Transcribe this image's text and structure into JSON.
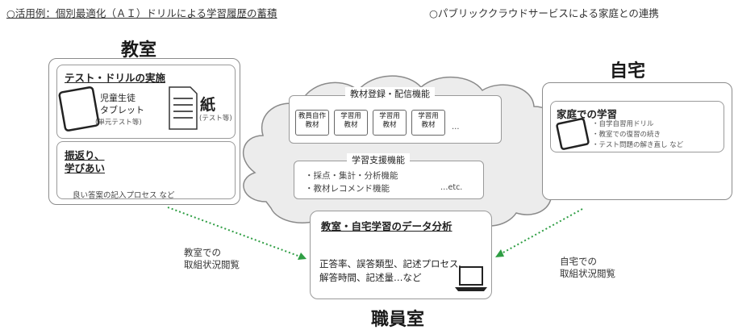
{
  "header": {
    "left": "○活用例：個別最適化（ＡＩ）ドリルによる学習履歴の蓄積",
    "right": "○パブリッククラウドサービスによる家庭との連携"
  },
  "classroom": {
    "title": "教室",
    "test_drill": {
      "title": "テスト・ドリルの実施",
      "tablet_label_1": "児童生徒",
      "tablet_label_2": "タブレット",
      "tablet_sub": "(単元テスト等)",
      "paper_label": "紙",
      "paper_sub": "(テスト等)"
    },
    "reflection": {
      "title_1": "振返り、",
      "title_2": "学びあい",
      "note": "良い答案の記入プロセス など"
    }
  },
  "home": {
    "title": "自宅",
    "study": {
      "title": "家庭での学習",
      "items": [
        "・自学自習用ドリル",
        "・教室での復習の続き",
        "・テスト問題の解き直し など"
      ]
    }
  },
  "cloud": {
    "materials": {
      "title": "教材登録・配信機能",
      "boxes": [
        {
          "line1": "教員自作",
          "line2": "教材"
        },
        {
          "line1": "学習用",
          "line2": "教材"
        },
        {
          "line1": "学習用",
          "line2": "教材"
        },
        {
          "line1": "学習用",
          "line2": "教材"
        }
      ],
      "ellipsis": "…"
    },
    "support": {
      "title": "学習支援機能",
      "items": [
        "・採点・集計・分析機能",
        "・教材レコメンド機能"
      ],
      "etc": "…etc."
    }
  },
  "staffroom": {
    "title": "職員室",
    "analysis": {
      "title": "教室・自宅学習のデータ分析",
      "line1": "正答率、誤答類型、記述プロセス、",
      "line2": "解答時間、記述量…など"
    }
  },
  "captions": {
    "left_1": "教室での",
    "left_2": "取組状況閲覧",
    "right_1": "自宅での",
    "right_2": "取組状況閲覧"
  },
  "colors": {
    "arrow": "#2f9e44",
    "border": "#8c8c8c",
    "cloud_fill": "#ececec"
  }
}
